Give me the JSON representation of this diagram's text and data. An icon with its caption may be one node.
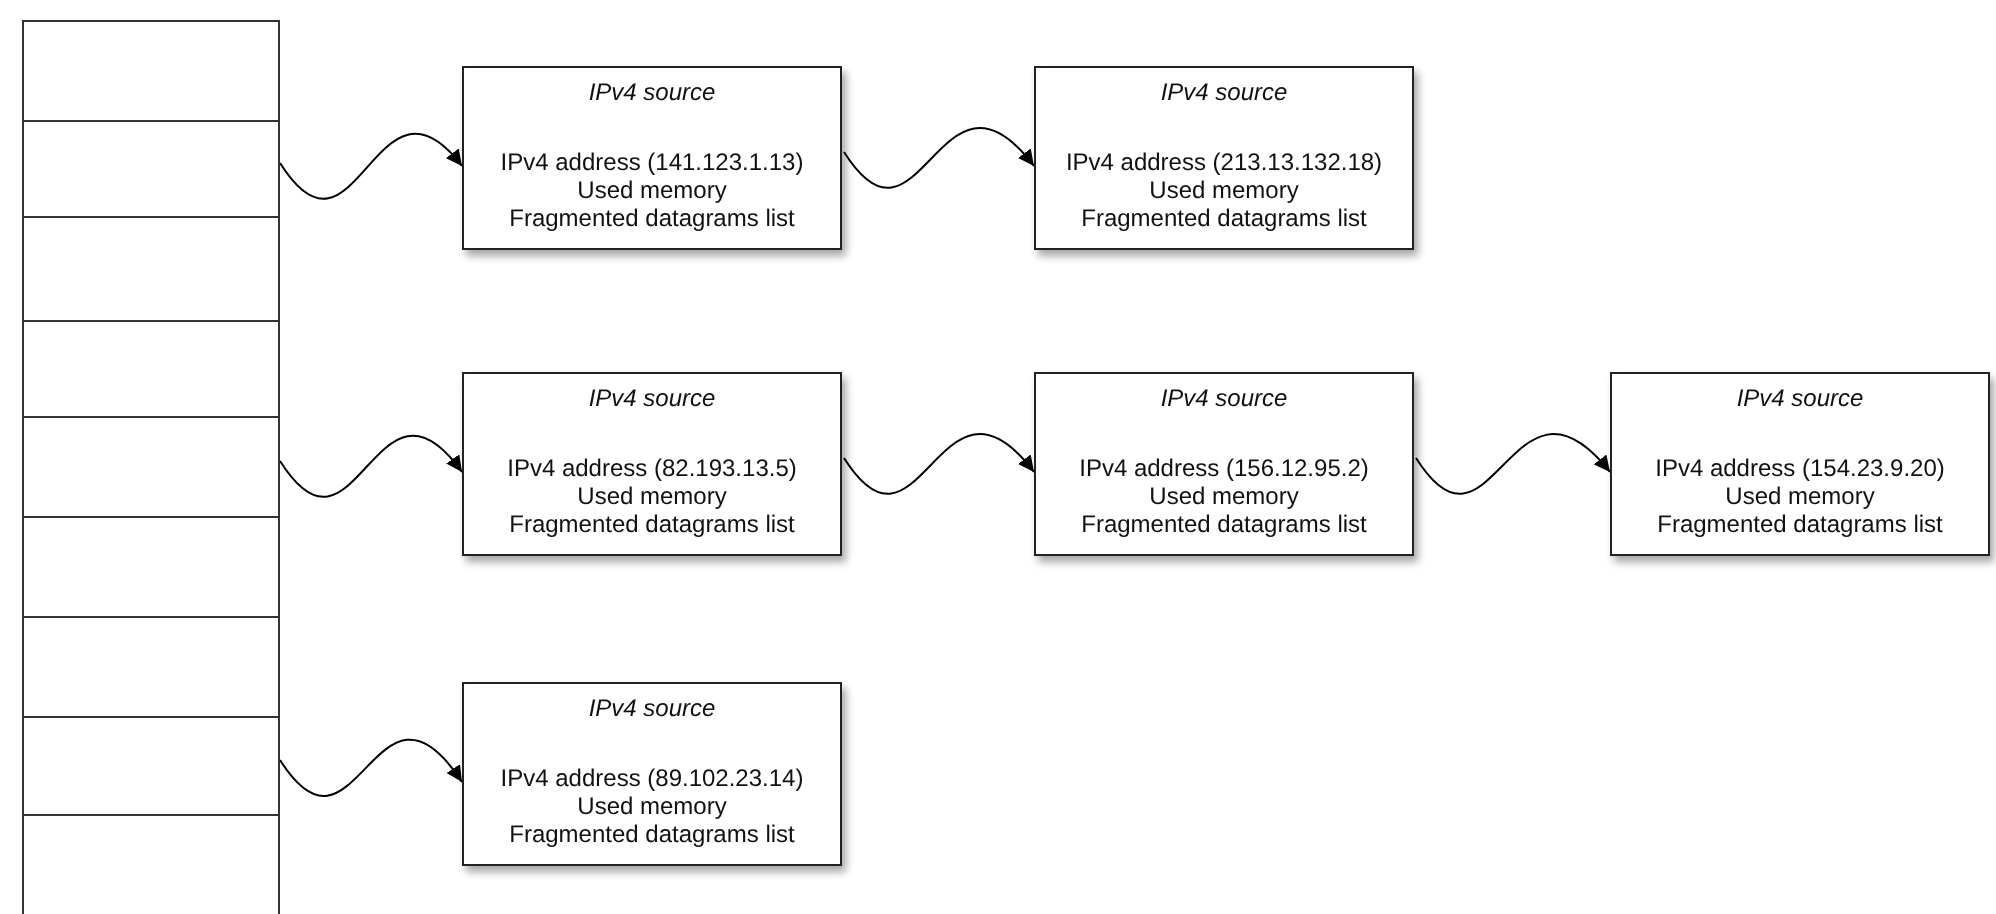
{
  "diagram": {
    "nodes": [
      {
        "text": [],
        "shape": "box"
      },
      {
        "text": [],
        "shape": "box"
      },
      {
        "text": [],
        "shape": "box"
      },
      {
        "text": [],
        "shape": "box"
      },
      {
        "text": [],
        "shape": "box"
      },
      {
        "text": [],
        "shape": "box"
      },
      {
        "text": [],
        "shape": "box"
      },
      {
        "text": [],
        "shape": "box"
      },
      {
        "text": [],
        "shape": "box"
      },
      {
        "text": [
          "IPv4 source",
          "IPv4 address (141.123.1.13)",
          "Used memory",
          "Fragmented datagrams list"
        ]
      },
      {
        "text": [
          "IPv4 source",
          "IPv4 address (213.13.132.18)",
          "Used memory",
          "Fragmented datagrams list"
        ]
      },
      {
        "text": [
          "IPv4 source",
          "IPv4 address (82.193.13.5)",
          "Used memory",
          "Fragmented datagrams list"
        ]
      },
      {
        "text": [
          "IPv4 source",
          "IPv4 address (156.12.95.2)",
          "Used memory",
          "Fragmented datagrams list"
        ]
      },
      {
        "text": [
          "IPv4 source",
          "IPv4 address (154.23.9.20)",
          "Used memory",
          "Fragmented datagrams list"
        ]
      },
      {
        "text": [
          "IPv4 source",
          "IPv4 address (89.102.23.14)",
          "Used memory",
          "Fragmented datagrams list"
        ]
      }
    ],
    "edges": [
      {
        "from": 1,
        "to": 9,
        "arrow": "to"
      },
      {
        "from": 9,
        "to": 10,
        "arrow": "to"
      },
      {
        "from": 4,
        "to": 11,
        "arrow": "to"
      },
      {
        "from": 11,
        "to": 12,
        "arrow": "to"
      },
      {
        "from": 12,
        "to": 13,
        "arrow": "to"
      },
      {
        "from": 7,
        "to": 14,
        "arrow": "to"
      }
    ]
  }
}
